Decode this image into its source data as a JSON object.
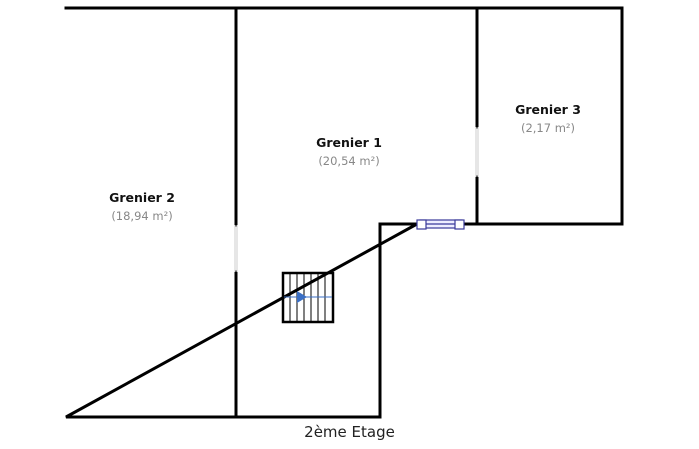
{
  "rooms": [
    {
      "name": "Grenier 1",
      "area": "(20,54 m²)"
    },
    {
      "name": "Grenier 2",
      "area": "(18,94 m²)"
    },
    {
      "name": "Grenier 3",
      "area": "(2,17 m²)"
    }
  ],
  "floor_label": "2ème Etage",
  "colors": {
    "wall": "#000000",
    "window": "#3a3a9a",
    "stair_arrow": "#3b6fc4"
  }
}
